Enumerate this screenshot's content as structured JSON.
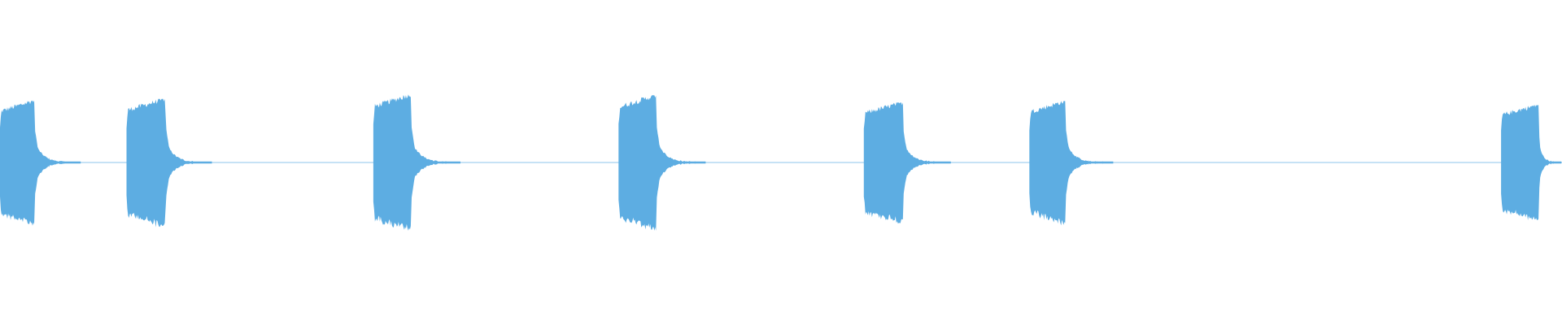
{
  "waveform": {
    "color": "#5DADE2",
    "duration_ratio": 1.0,
    "bursts": [
      {
        "start": 0.0,
        "end": 0.022,
        "peak": 0.85,
        "decay_tail": 0.03
      },
      {
        "start": 0.081,
        "end": 0.106,
        "peak": 0.87,
        "decay_tail": 0.03
      },
      {
        "start": 0.239,
        "end": 0.263,
        "peak": 0.93,
        "decay_tail": 0.032
      },
      {
        "start": 0.396,
        "end": 0.42,
        "peak": 0.92,
        "decay_tail": 0.032
      },
      {
        "start": 0.553,
        "end": 0.578,
        "peak": 0.82,
        "decay_tail": 0.031
      },
      {
        "start": 0.659,
        "end": 0.682,
        "peak": 0.84,
        "decay_tail": 0.031
      },
      {
        "start": 0.961,
        "end": 0.985,
        "peak": 0.79,
        "decay_tail": 0.015
      }
    ]
  }
}
